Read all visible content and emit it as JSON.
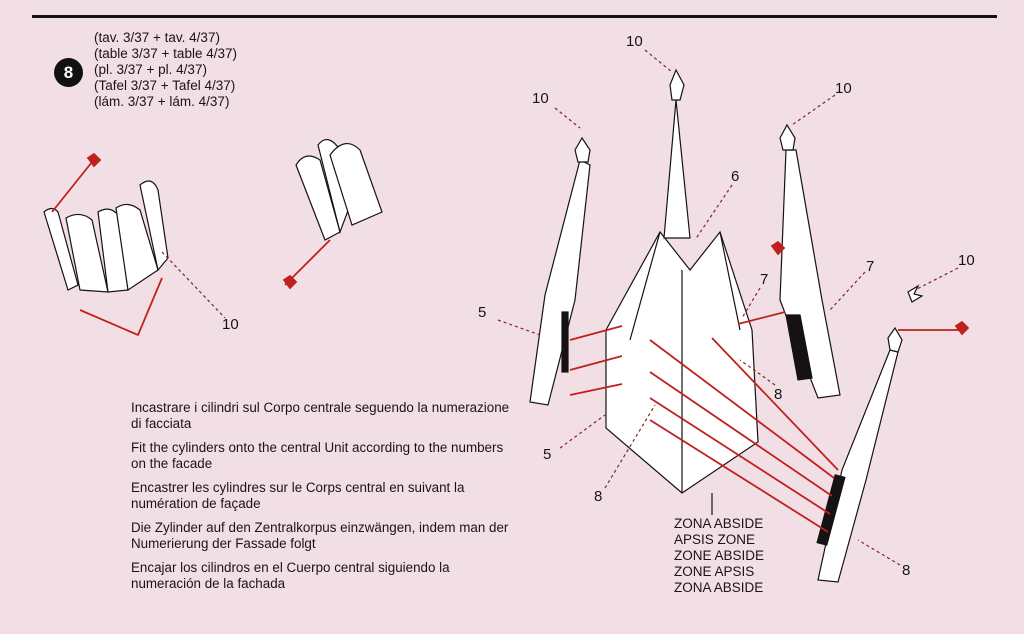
{
  "step_number": "8",
  "sheet_refs": [
    "(tav. 3/37 + tav. 4/37)",
    "(table 3/37 + table 4/37)",
    "(pl. 3/37 + pl. 4/37)",
    "(Tafel 3/37 + Tafel 4/37)",
    "(lám. 3/37 + lám. 4/37)"
  ],
  "instructions": [
    "Incastrare i cilindri sul Corpo centrale seguendo la numerazione di facciata",
    "Fit the cylinders onto the central Unit according to the numbers on the facade",
    "Encastrer les cylindres sur le Corps central en suivant la numération de façade",
    "Die Zylinder auf den Zentralkorpus einzwängen, indem man der Numerierung der Fassade folgt",
    "Encajar los cilindros en el Cuerpo central siguiendo la numeración de la fachada"
  ],
  "zone_labels": [
    "ZONA ABSIDE",
    "APSIS ZONE",
    "ZONE ABSIDE",
    "ZONE APSIS",
    "ZONA ABSIDE"
  ],
  "callouts": {
    "c1": "10",
    "c2": "10",
    "c3": "10",
    "c4": "10",
    "c5": "10",
    "c6": "6",
    "c7": "7",
    "c8": "7",
    "c9": "5",
    "c10": "5",
    "c11": "8",
    "c12": "8",
    "c13": "8"
  },
  "colors": {
    "arrow": "#c0201e",
    "background": "#f2dfe5",
    "ink": "#161214"
  }
}
